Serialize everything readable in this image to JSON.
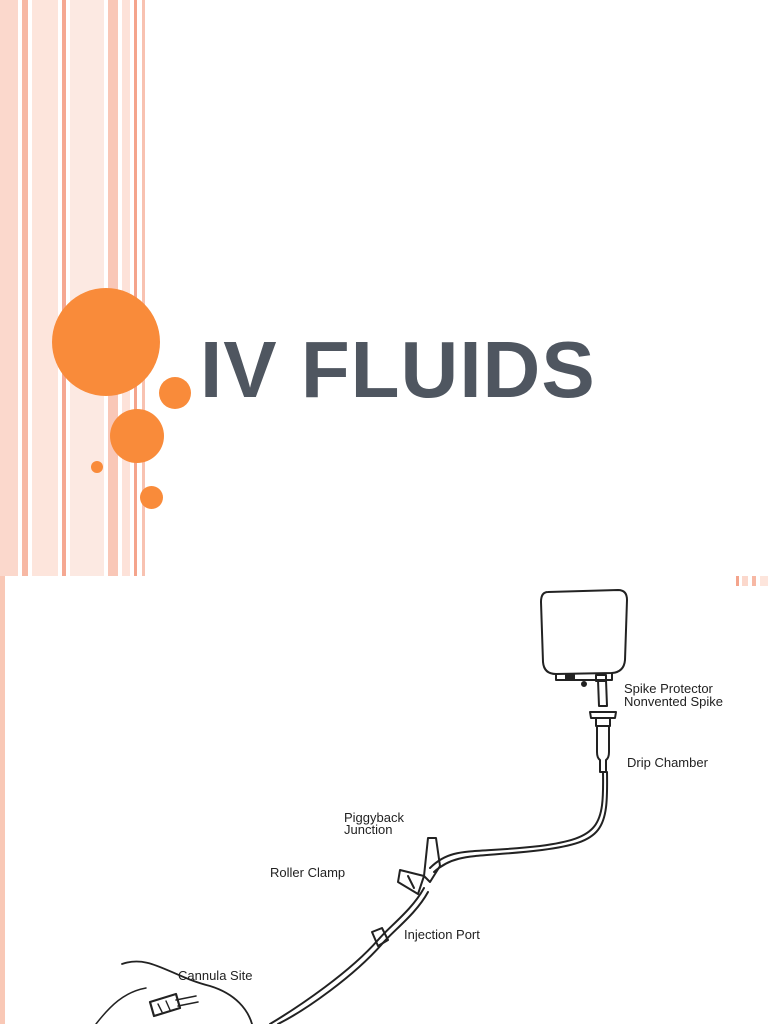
{
  "slide": {
    "title": "IV FLUIDS",
    "accent_color": "#f98b3a",
    "title_color": "#4f5660"
  },
  "diagram": {
    "labels": {
      "spike_protector": "Spike Protector",
      "nonvented_spike": "Nonvented Spike",
      "drip_chamber": "Drip Chamber",
      "piggyback_line1": "Piggyback",
      "piggyback_line2": "Junction",
      "roller_clamp": "Roller Clamp",
      "injection_port": "Injection Port",
      "cannula_site": "Cannula Site"
    }
  }
}
